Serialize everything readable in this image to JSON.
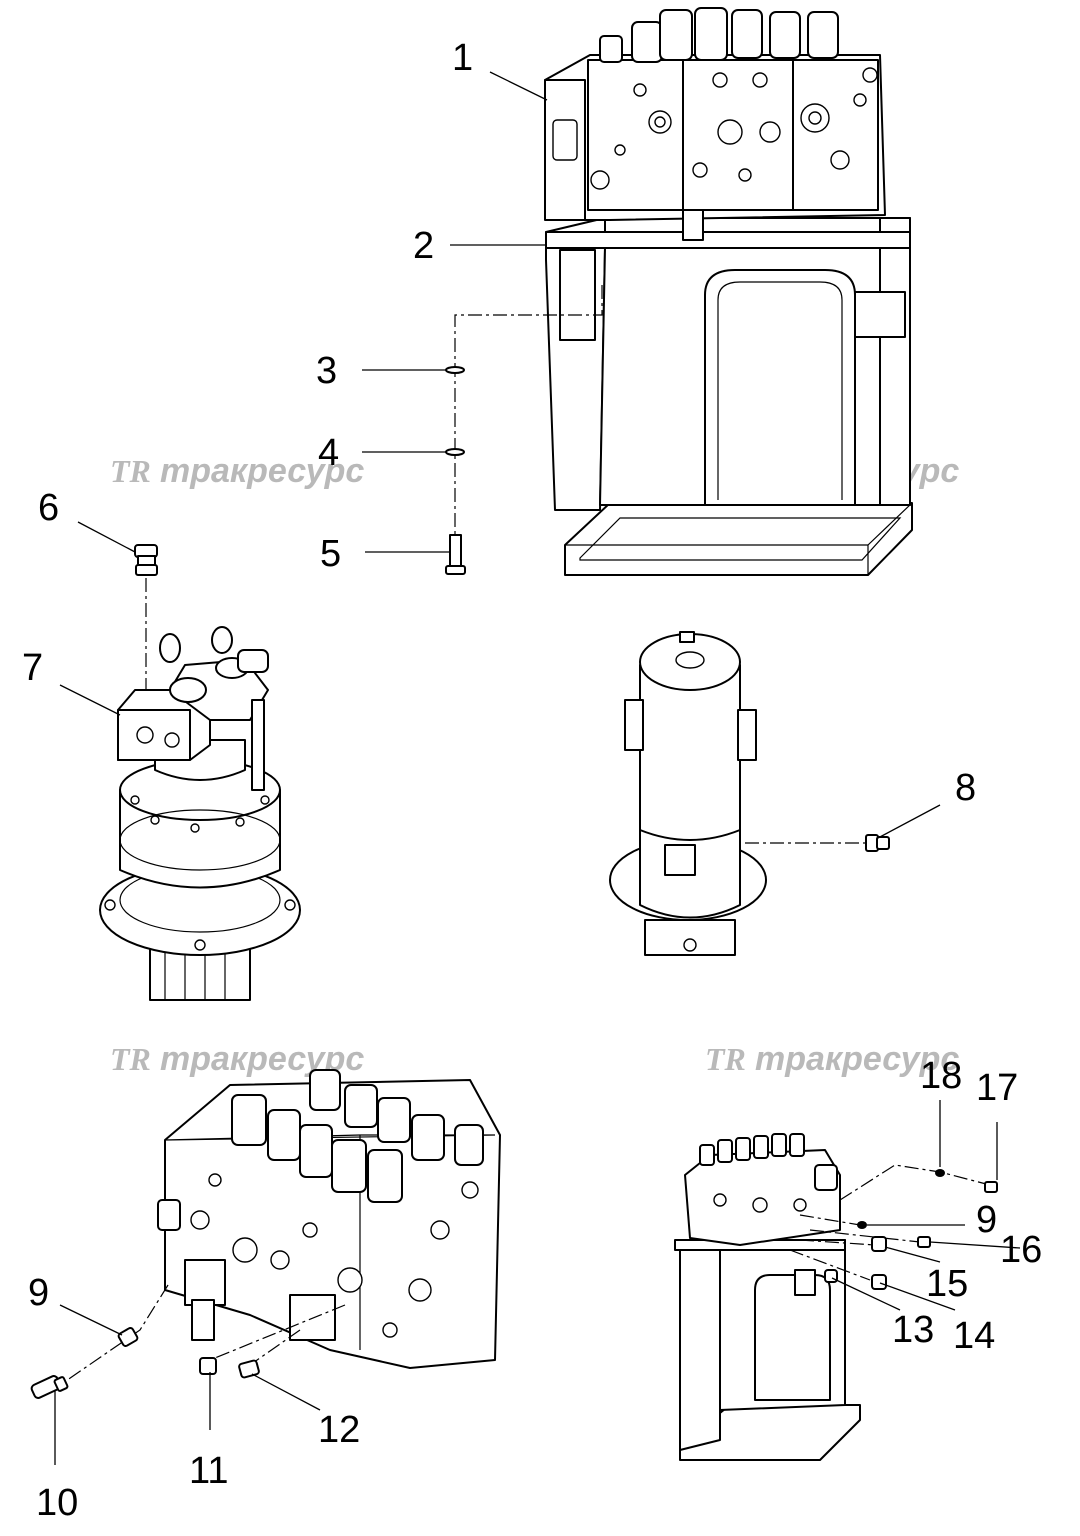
{
  "watermark": {
    "logo": "TR",
    "text": "тракресурс"
  },
  "callouts": {
    "c1": "1",
    "c2": "2",
    "c3": "3",
    "c4": "4",
    "c5": "5",
    "c6": "6",
    "c7": "7",
    "c8": "8",
    "c9a": "9",
    "c9b": "9",
    "c10": "10",
    "c11": "11",
    "c12": "12",
    "c13": "13",
    "c14": "14",
    "c15": "15",
    "c16": "16",
    "c17": "17",
    "c18": "18"
  }
}
